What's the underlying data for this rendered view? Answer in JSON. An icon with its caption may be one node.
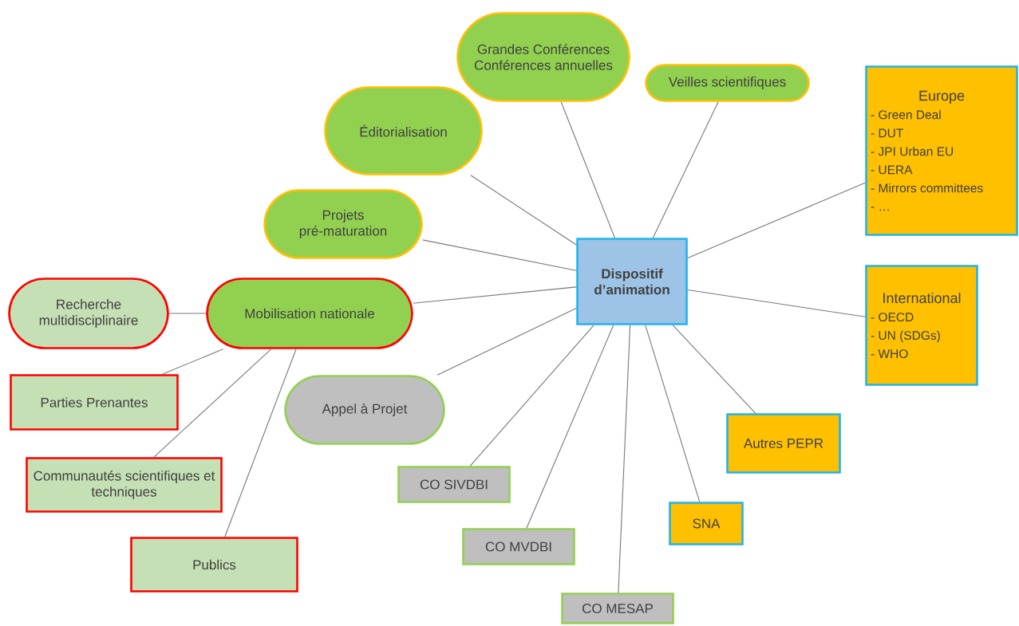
{
  "diagram": {
    "nodes": [
      {
        "text": [
          "Dispositif d’animation"
        ]
      },
      {
        "text": [
          "Grandes Conférences Conférences annuelles"
        ]
      },
      {
        "text": [
          "Veilles scientifiques"
        ]
      },
      {
        "text": [
          "Éditorialisation"
        ]
      },
      {
        "text": [
          "Projets pré-maturation"
        ]
      },
      {
        "text": [
          "Europe",
          "- Green Deal",
          "- DUT",
          "- JPI Urban EU",
          "- UERA",
          "- Mirrors committees",
          "- …"
        ]
      },
      {
        "text": [
          "International",
          "- OECD",
          "- UN (SDGs)",
          "- WHO"
        ]
      },
      {
        "text": [
          "Mobilisation nationale"
        ]
      },
      {
        "text": [
          "Recherche multidisciplinaire"
        ]
      },
      {
        "text": [
          "Parties Prenantes"
        ]
      },
      {
        "text": [
          "Communautés scientifiques et techniques"
        ]
      },
      {
        "text": [
          "Publics"
        ]
      },
      {
        "text": [
          "Appel à Projet"
        ]
      },
      {
        "text": [
          "CO SIVDBI"
        ]
      },
      {
        "text": [
          "CO MVDBI"
        ]
      },
      {
        "text": [
          "CO MESAP"
        ]
      },
      {
        "text": [
          "Autres PEPR"
        ]
      },
      {
        "text": [
          "SNA"
        ]
      }
    ],
    "edges": [
      {
        "from": 0,
        "to": 1,
        "arrow": "none"
      },
      {
        "from": 0,
        "to": 2,
        "arrow": "none"
      },
      {
        "from": 0,
        "to": 3,
        "arrow": "none"
      },
      {
        "from": 0,
        "to": 4,
        "arrow": "none"
      },
      {
        "from": 0,
        "to": 5,
        "arrow": "none"
      },
      {
        "from": 0,
        "to": 6,
        "arrow": "none"
      },
      {
        "from": 0,
        "to": 7,
        "arrow": "none"
      },
      {
        "from": 7,
        "to": 8,
        "arrow": "none"
      },
      {
        "from": 7,
        "to": 9,
        "arrow": "none"
      },
      {
        "from": 7,
        "to": 10,
        "arrow": "none"
      },
      {
        "from": 7,
        "to": 11,
        "arrow": "none"
      },
      {
        "from": 0,
        "to": 12,
        "arrow": "none"
      },
      {
        "from": 0,
        "to": 13,
        "arrow": "none"
      },
      {
        "from": 0,
        "to": 14,
        "arrow": "none"
      },
      {
        "from": 0,
        "to": 15,
        "arrow": "none"
      },
      {
        "from": 0,
        "to": 16,
        "arrow": "none"
      },
      {
        "from": 0,
        "to": 17,
        "arrow": "none"
      }
    ]
  }
}
